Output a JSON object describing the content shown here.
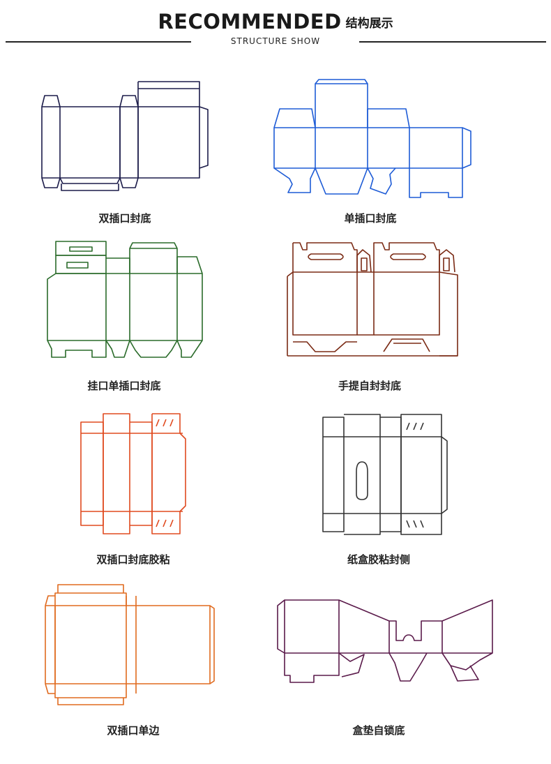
{
  "header": {
    "title_en": "RECOMMENDED",
    "title_cn": "结构展示",
    "subtitle": "STRUCTURE SHOW"
  },
  "items": [
    {
      "label": "双插口封底",
      "color": "#1c1c4a"
    },
    {
      "label": "单插口封底",
      "color": "#1d5bd6"
    },
    {
      "label": "挂口单插口封底",
      "color": "#2a6b2a"
    },
    {
      "label": "手提自封封底",
      "color": "#7a2a14"
    },
    {
      "label": "双插口封底胶粘",
      "color": "#e04a1f"
    },
    {
      "label": "纸盒胶粘封侧",
      "color": "#333333"
    },
    {
      "label": "双插口单边",
      "color": "#e06a1e"
    },
    {
      "label": "盒垫自锁底",
      "color": "#5a1a4a"
    }
  ]
}
